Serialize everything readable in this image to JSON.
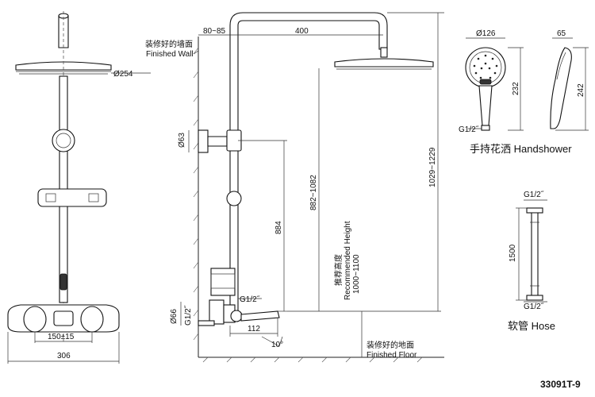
{
  "front_view": {
    "head_diameter": "Ø254",
    "valve_spacing": "150±15",
    "overall_width": "306"
  },
  "side_view": {
    "wall_offset": "80~85",
    "arm_length": "400",
    "wall_label_cn": "装修好的墙面",
    "wall_label_en": "Finished Wall",
    "bracket_diameter": "Ø63",
    "valve_diameter": "Ø66",
    "inlet_thread": "G1/2˝",
    "outlet_thread": "G1/2˝",
    "spout_length": "112",
    "spout_angle": "10°",
    "rail_height": "884",
    "head_height": "882~1082",
    "total_height": "1029~1229",
    "recommended_cn": "推荐高度",
    "recommended_en": "Recommended Height",
    "recommended_range": "1000~1100",
    "floor_label_cn": "装修好的地面",
    "floor_label_en": "Finished Floor"
  },
  "handshower": {
    "face_diameter": "Ø126",
    "depth": "65",
    "length_front": "232",
    "length_side": "242",
    "thread": "G1/2˝",
    "caption": "手持花洒  Handshower"
  },
  "hose": {
    "thread_top": "G1/2˝",
    "length": "1500",
    "thread_bottom": "G1/2˝",
    "caption": "软管  Hose"
  },
  "model_number": "33091T-9"
}
